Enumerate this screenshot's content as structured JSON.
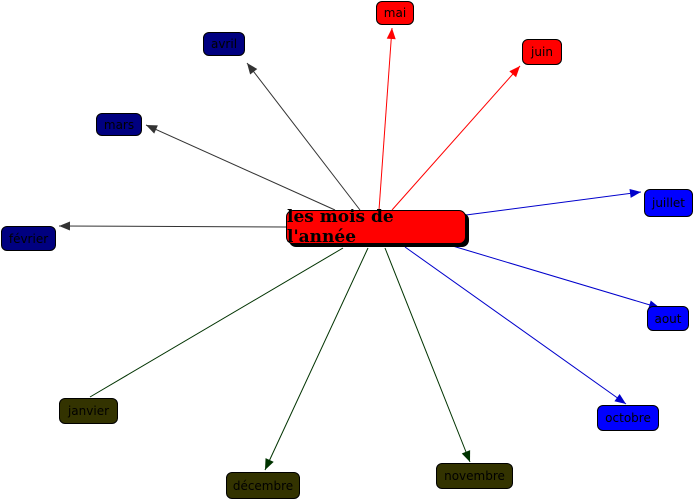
{
  "center": {
    "label": "les mois de l'année",
    "color": "#ff0000"
  },
  "months": [
    {
      "id": "janvier",
      "label": "janvier",
      "color": "#333300",
      "group": "winter",
      "arrow": false
    },
    {
      "id": "fevrier",
      "label": "février",
      "color": "#000080",
      "group": "spring-side",
      "arrow": true
    },
    {
      "id": "mars",
      "label": "mars",
      "color": "#000080",
      "group": "spring-side",
      "arrow": true
    },
    {
      "id": "avril",
      "label": "avril",
      "color": "#000080",
      "group": "spring-side",
      "arrow": true
    },
    {
      "id": "mai",
      "label": "mai",
      "color": "#ff0000",
      "group": "summer-side",
      "arrow": true
    },
    {
      "id": "juin",
      "label": "juin",
      "color": "#ff0000",
      "group": "summer-side",
      "arrow": true
    },
    {
      "id": "juillet",
      "label": "juillet",
      "color": "#0000ff",
      "group": "autumn-side",
      "arrow": true
    },
    {
      "id": "aout",
      "label": "aout",
      "color": "#0000ff",
      "group": "autumn-side",
      "arrow": true
    },
    {
      "id": "octobre",
      "label": "octobre",
      "color": "#0000ff",
      "group": "autumn-side",
      "arrow": true
    },
    {
      "id": "novembre",
      "label": "novembre",
      "color": "#333300",
      "group": "winter",
      "arrow": true
    },
    {
      "id": "decembre",
      "label": "décembre",
      "color": "#333300",
      "group": "winter",
      "arrow": true
    }
  ],
  "edge_colors": {
    "janvier": "#003300",
    "fevrier": "#333333",
    "mars": "#333333",
    "avril": "#333333",
    "mai": "#ff0000",
    "juin": "#ff0000",
    "juillet": "#0000cc",
    "aout": "#0000cc",
    "octobre": "#0000cc",
    "novembre": "#003300",
    "decembre": "#003300"
  }
}
